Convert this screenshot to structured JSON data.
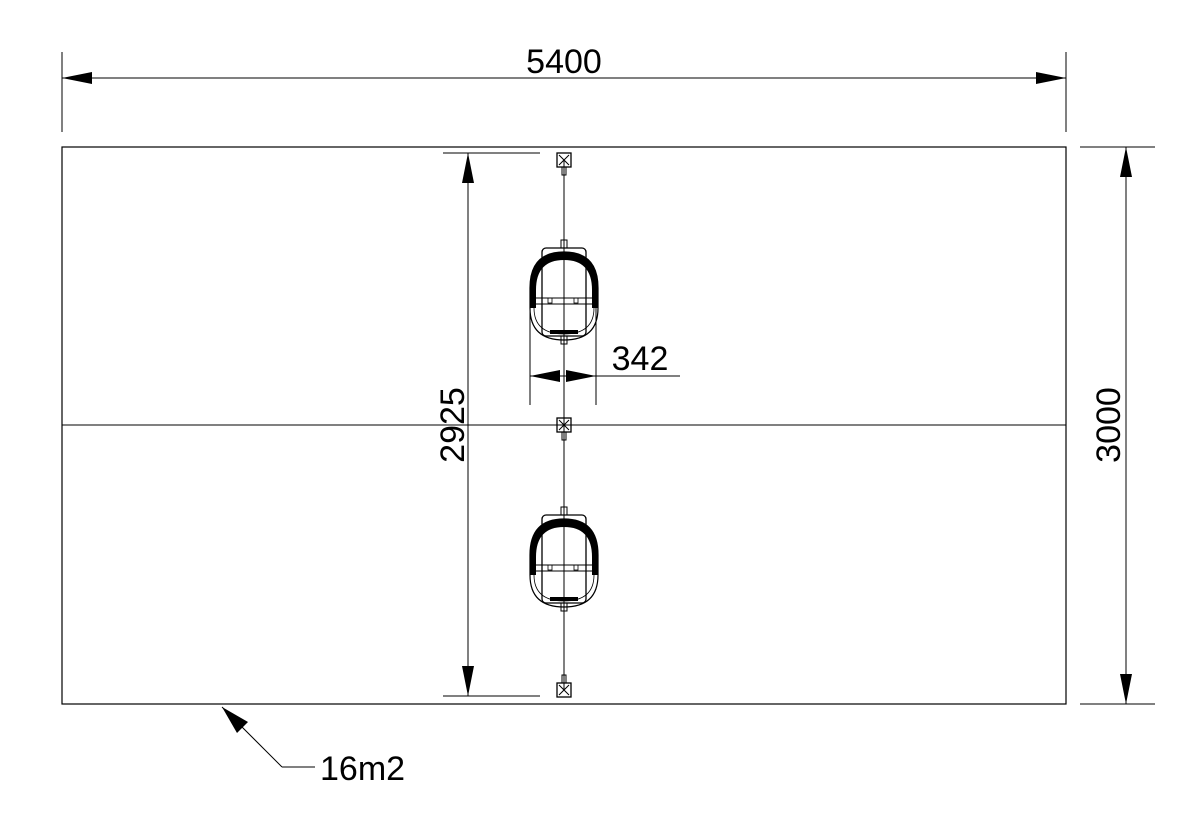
{
  "dimensions": {
    "overall_width": "5400",
    "overall_depth": "3000",
    "span_length": "2925",
    "seat_width": "342",
    "area": "16m2"
  },
  "colors": {
    "line": "#000000",
    "background": "#ffffff"
  }
}
